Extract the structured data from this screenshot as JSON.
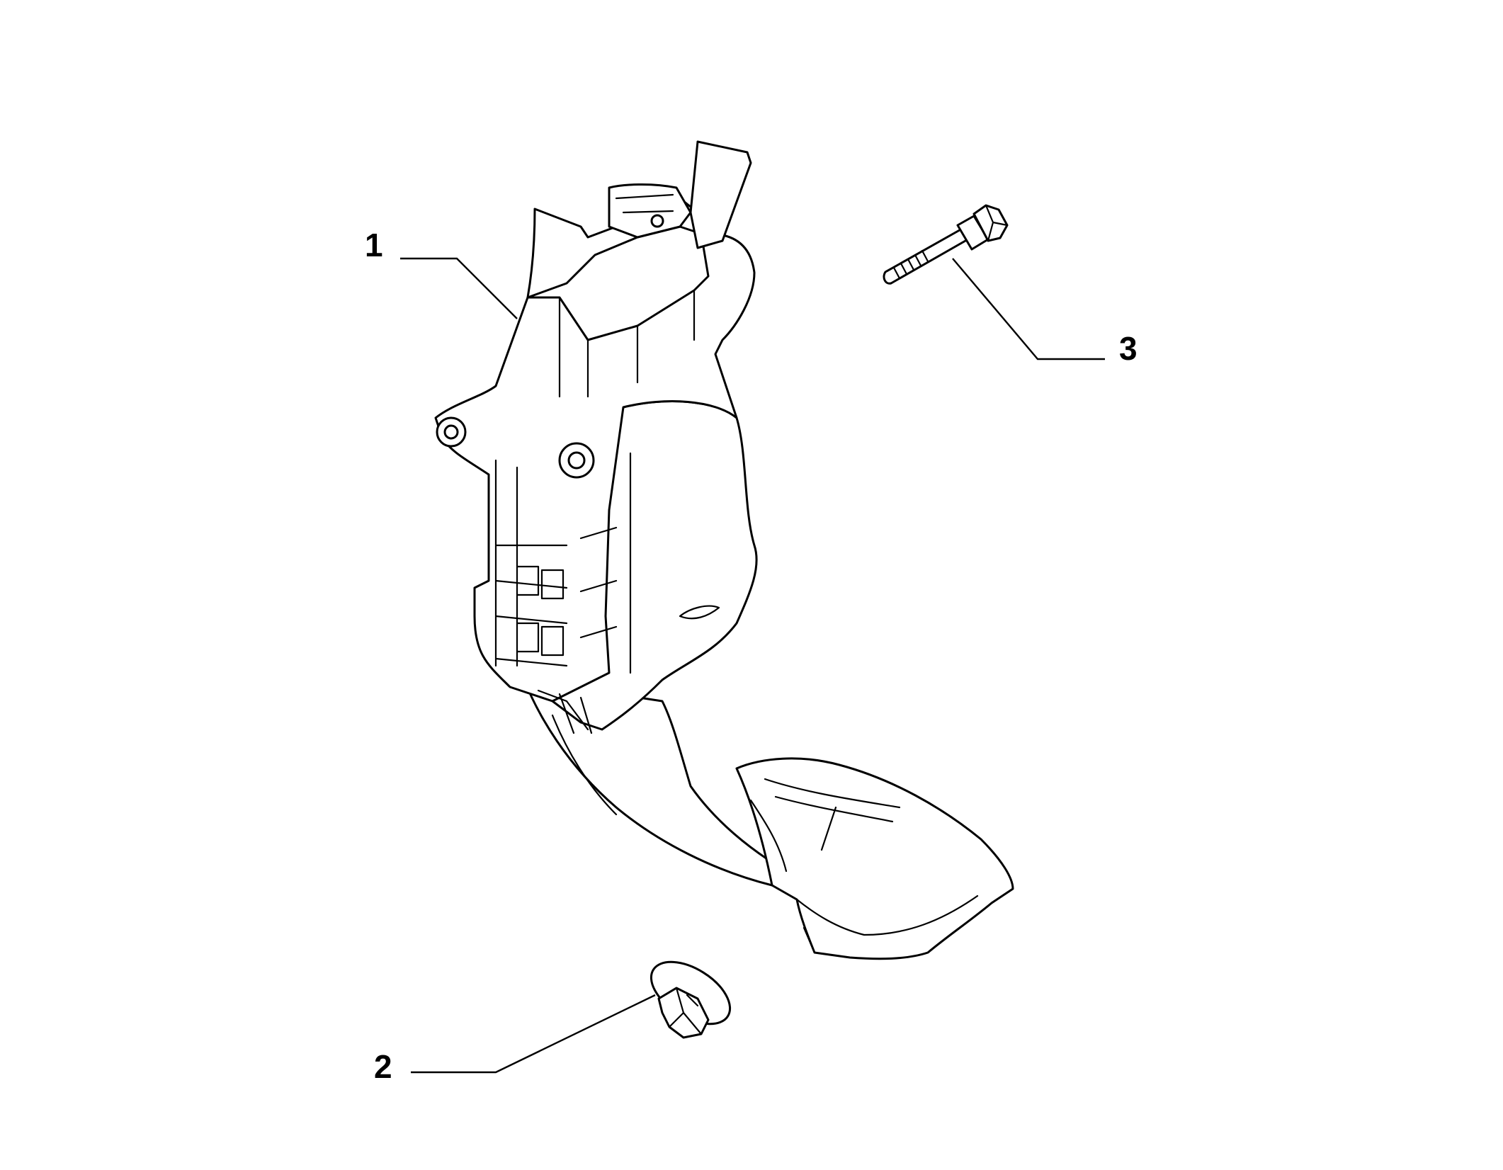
{
  "callouts": [
    {
      "id": "1",
      "label": "1",
      "part": "accelerator-pedal-assembly"
    },
    {
      "id": "2",
      "label": "2",
      "part": "push-clip"
    },
    {
      "id": "3",
      "label": "3",
      "part": "flange-bolt"
    }
  ],
  "colors": {
    "stroke": "#000000",
    "background": "#ffffff"
  }
}
